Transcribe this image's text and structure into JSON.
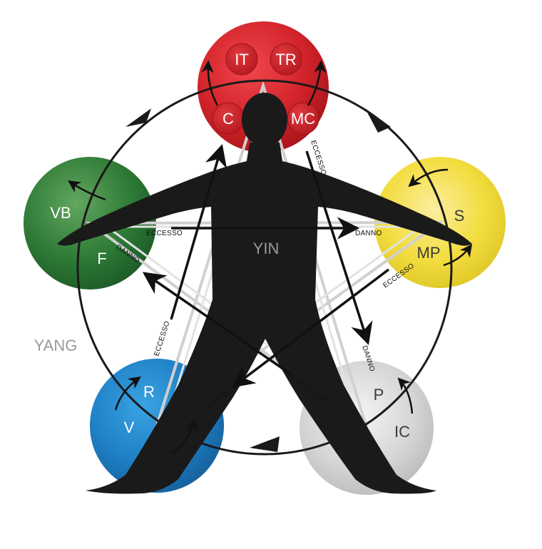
{
  "center_label": "YIN",
  "outer_label": "YANG",
  "colors": {
    "fire": "#d2232a",
    "earth": "#f3dd3f",
    "metal": "#cfcfcf",
    "water": "#1e7fc4",
    "wood": "#2e7a36",
    "figure": "#1a1a1a"
  },
  "elements": {
    "fire": {
      "organs": [
        "IT",
        "TR",
        "C",
        "MC"
      ]
    },
    "earth": {
      "organs": [
        "S",
        "MP"
      ]
    },
    "metal": {
      "organs": [
        "P",
        "IC"
      ]
    },
    "water": {
      "organs": [
        "R",
        "V"
      ]
    },
    "wood": {
      "organs": [
        "VB",
        "F"
      ]
    }
  },
  "arrows": {
    "excess_label": "ECCESSO",
    "damage_label": "DANNO"
  }
}
